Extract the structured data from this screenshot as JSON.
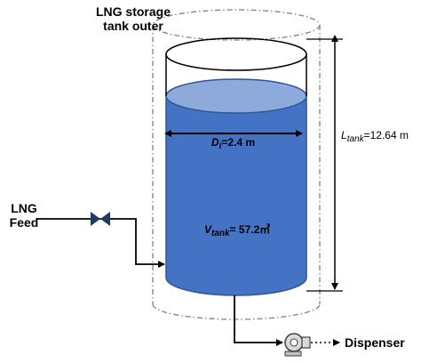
{
  "outer_label": {
    "line1": "LNG storage",
    "line2": "tank outer"
  },
  "feed_label": {
    "line1": "LNG",
    "line2": "Feed"
  },
  "diameter": {
    "symbol": "D",
    "subscript": "i",
    "value": "=2.4 m"
  },
  "volume": {
    "symbol": "V",
    "subscript": "tank",
    "value": "= 57.2㎥"
  },
  "length": {
    "symbol": "L",
    "subscript": "tank",
    "value": "=12.64 m"
  },
  "dispenser_label": "Dispenser",
  "colors": {
    "liquid": "#4472c4",
    "liquid_top": "#8eaadb",
    "liquid_dark": "#2f5597",
    "dashed_outline": "#808080",
    "pipe": "#000000",
    "valve": "#1f3864"
  }
}
